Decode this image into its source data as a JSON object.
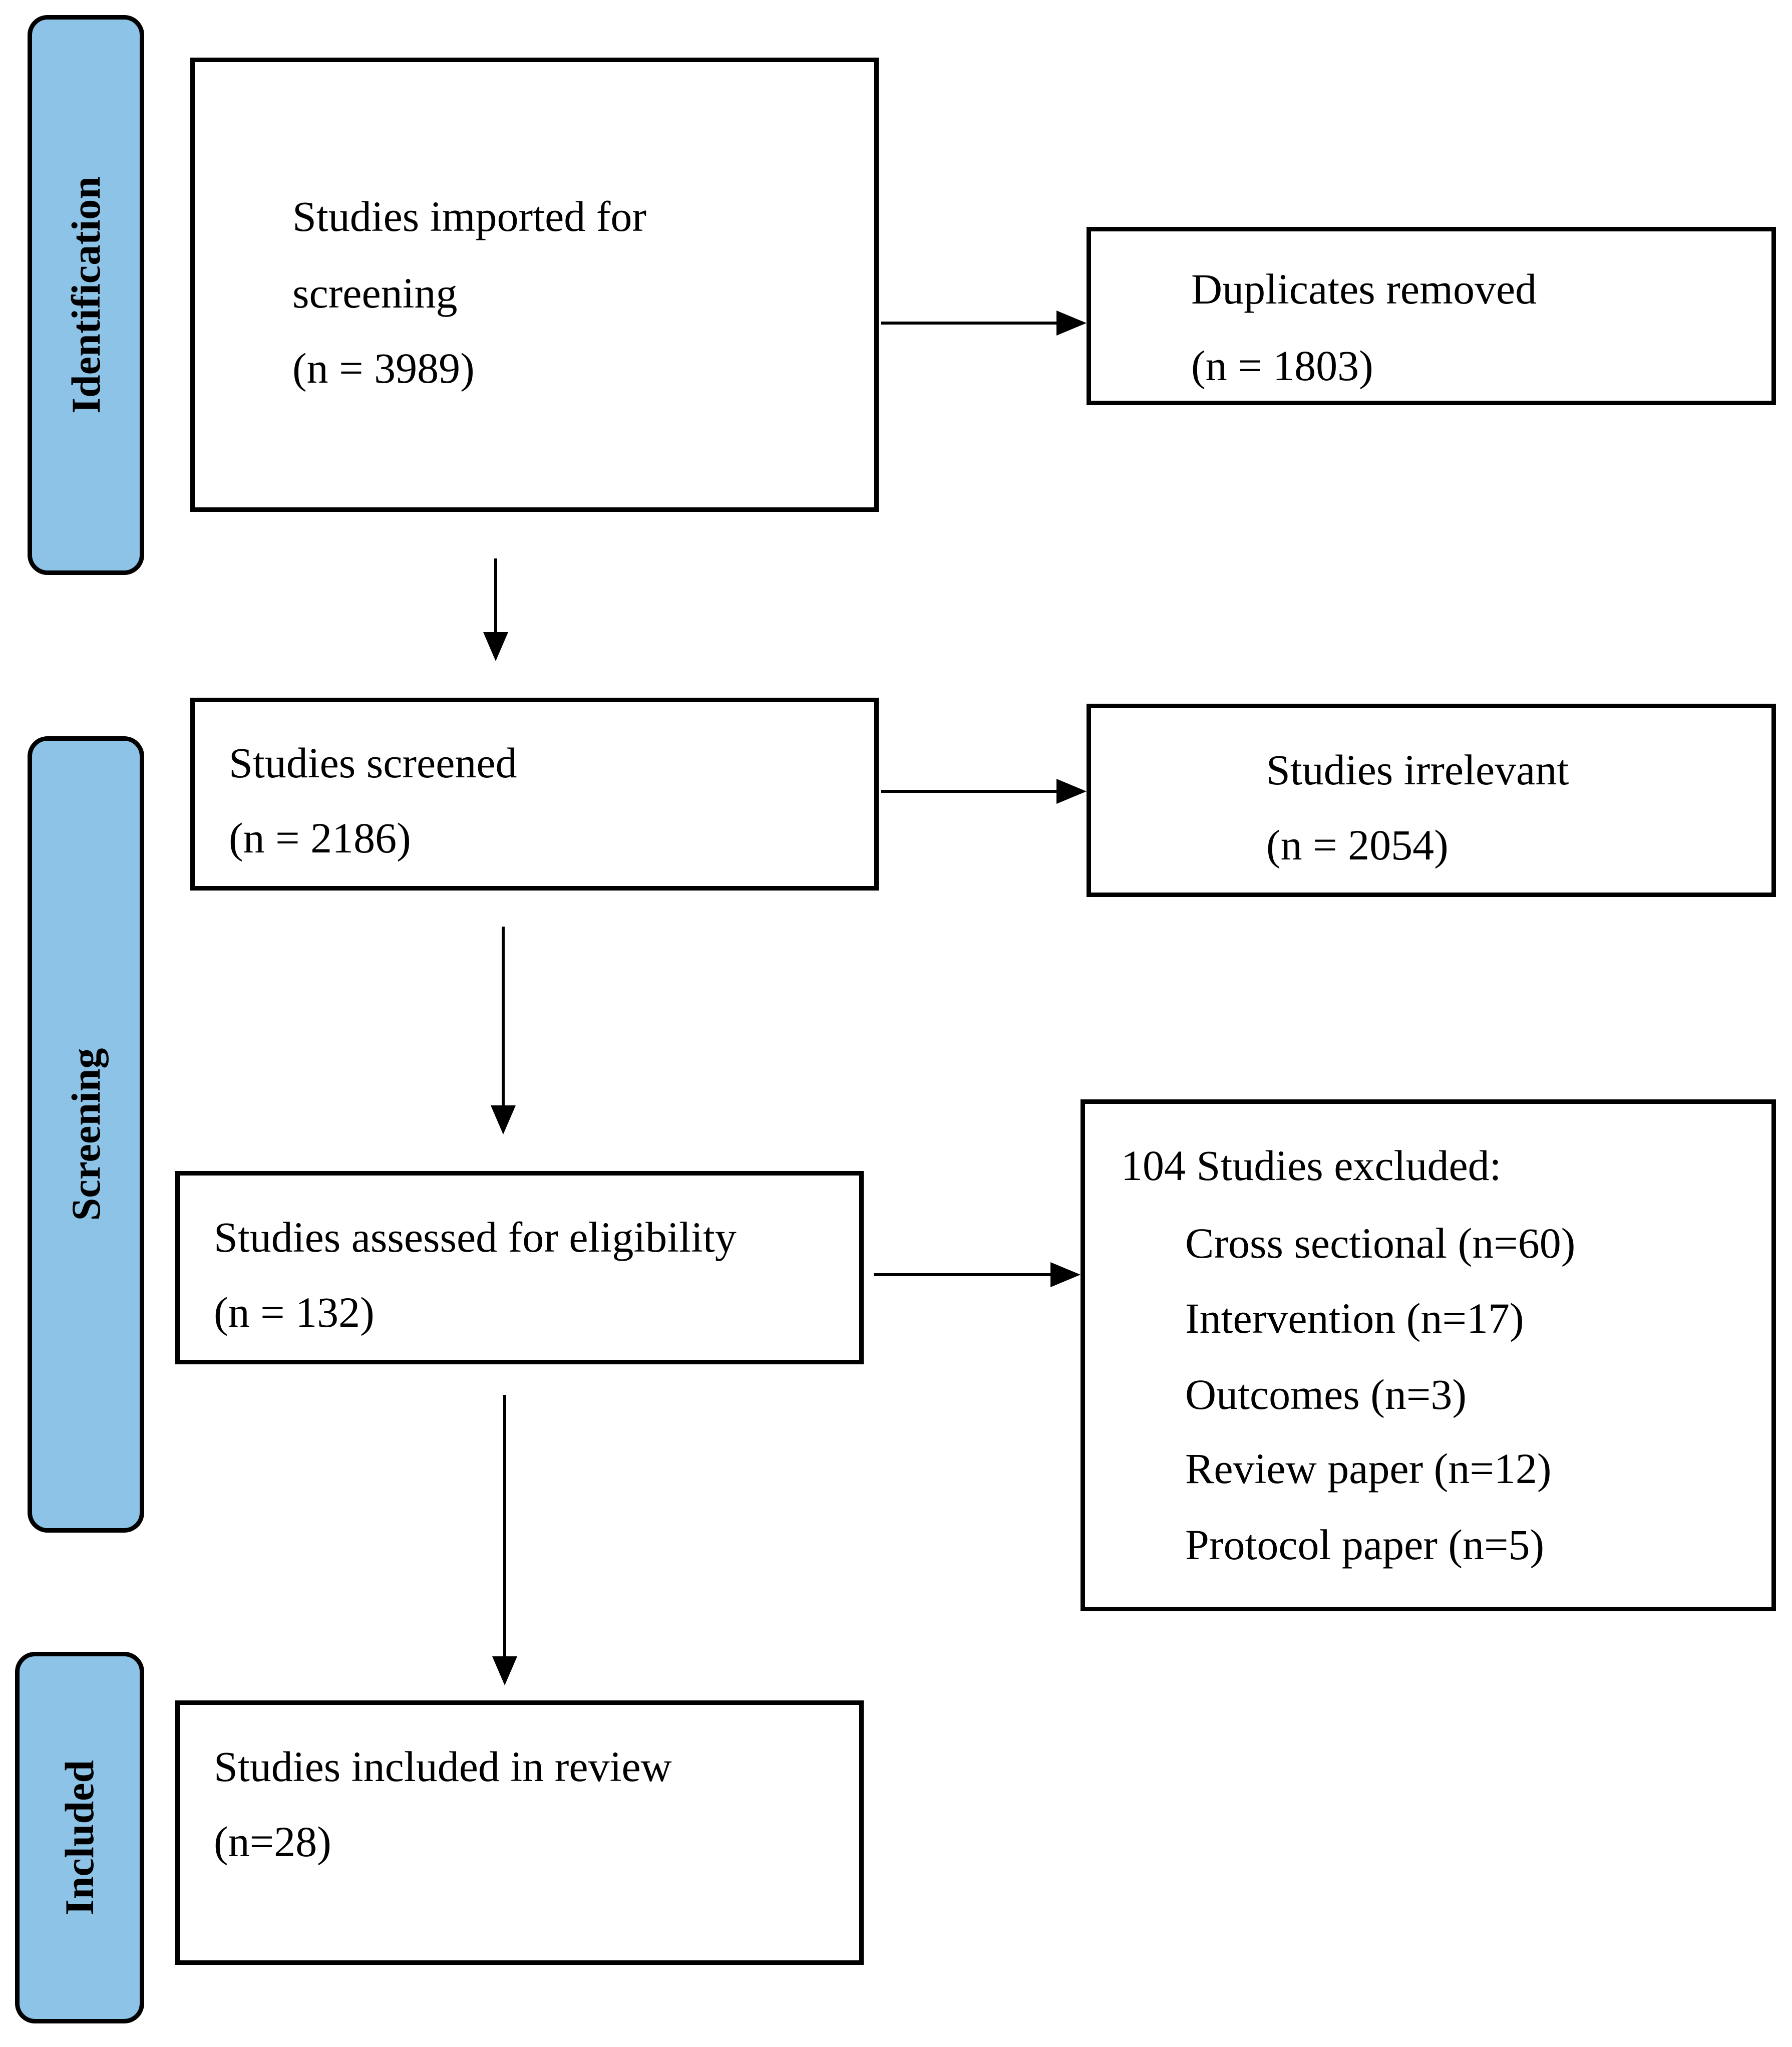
{
  "phases": {
    "identification": "Identification",
    "screening": "Screening",
    "included": "Included"
  },
  "boxes": {
    "imported": {
      "line1": "Studies imported for",
      "line2": "screening",
      "line3": "(n = 3989)"
    },
    "duplicates": {
      "line1": "Duplicates removed",
      "line2": "(n = 1803)"
    },
    "screened": {
      "line1": "Studies screened",
      "line2": "(n = 2186)"
    },
    "irrelevant": {
      "line1": "Studies irrelevant",
      "line2": "(n = 2054)"
    },
    "eligibility": {
      "line1": "Studies assessed for eligibility",
      "line2": "(n = 132)"
    },
    "excluded": {
      "title": "104 Studies excluded:",
      "reasons": [
        "Cross sectional (n=60)",
        "Intervention (n=17)",
        "Outcomes (n=3)",
        "Review paper (n=12)",
        "Protocol paper (n=5)"
      ]
    },
    "included": {
      "line1": "Studies included in review",
      "line2": "(n=28)"
    }
  }
}
